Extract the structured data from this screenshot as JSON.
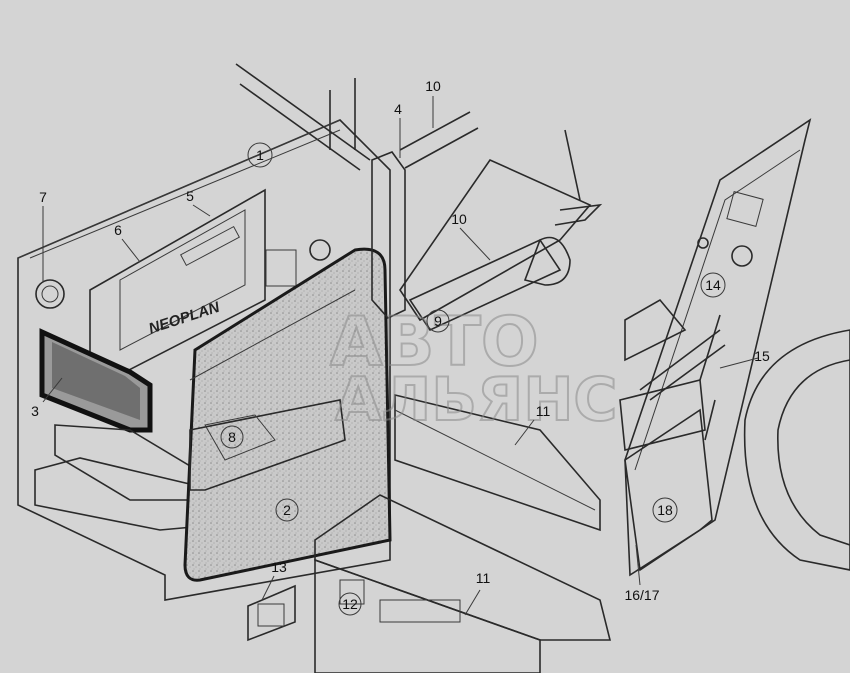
{
  "brand_text": "NEOPLAN",
  "watermark": {
    "line1": "АВТО",
    "line2": "АЛЬЯНС"
  },
  "callouts": [
    {
      "id": "c1",
      "text": "1",
      "circled": true
    },
    {
      "id": "c2",
      "text": "2",
      "circled": true
    },
    {
      "id": "c3",
      "text": "3",
      "circled": false
    },
    {
      "id": "c4",
      "text": "4",
      "circled": false
    },
    {
      "id": "c5",
      "text": "5",
      "circled": false
    },
    {
      "id": "c6",
      "text": "6",
      "circled": false
    },
    {
      "id": "c7",
      "text": "7",
      "circled": false
    },
    {
      "id": "c8",
      "text": "8",
      "circled": true
    },
    {
      "id": "c9",
      "text": "9",
      "circled": true
    },
    {
      "id": "c10a",
      "text": "10",
      "circled": false
    },
    {
      "id": "c10b",
      "text": "10",
      "circled": false
    },
    {
      "id": "c11a",
      "text": "11",
      "circled": false
    },
    {
      "id": "c11b",
      "text": "11",
      "circled": false
    },
    {
      "id": "c12",
      "text": "12",
      "circled": true
    },
    {
      "id": "c13",
      "text": "13",
      "circled": false
    },
    {
      "id": "c14",
      "text": "14",
      "circled": true
    },
    {
      "id": "c15",
      "text": "15",
      "circled": false
    },
    {
      "id": "c16",
      "text": "16/17",
      "circled": false
    },
    {
      "id": "c18",
      "text": "18",
      "circled": true
    }
  ]
}
